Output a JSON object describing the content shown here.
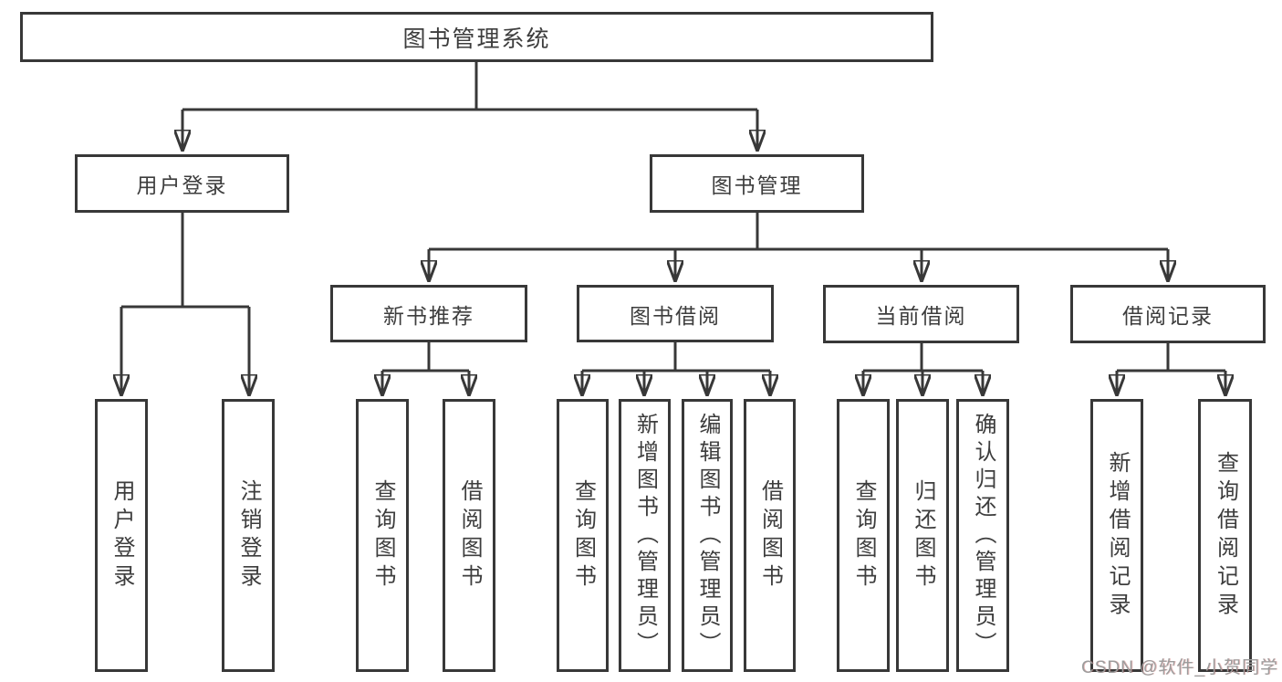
{
  "title": "图书管理系统",
  "watermark": "CSDN @软件_小贺同学",
  "colors": {
    "line": "#383838",
    "text": "#3d3d3d",
    "background": "#ffffff",
    "watermark": "#9c9c9c"
  },
  "nodes": {
    "user_login": {
      "label": "用户登录",
      "children": [
        "用户登录",
        "注销登录"
      ]
    },
    "book_mgmt": {
      "label": "图书管理"
    },
    "new_books": {
      "label": "新书推荐",
      "children": [
        "查询图书",
        "借阅图书"
      ]
    },
    "book_borrow": {
      "label": "图书借阅",
      "children": [
        "查询图书",
        "新增图书（管理员）",
        "编辑图书（管理员）",
        "借阅图书"
      ]
    },
    "current_borrow": {
      "label": "当前借阅",
      "children": [
        "查询图书",
        "归还图书",
        "确认归还（管理员）"
      ]
    },
    "borrow_records": {
      "label": "借阅记录",
      "children": [
        "新增借阅记录",
        "查询借阅记录"
      ]
    }
  }
}
